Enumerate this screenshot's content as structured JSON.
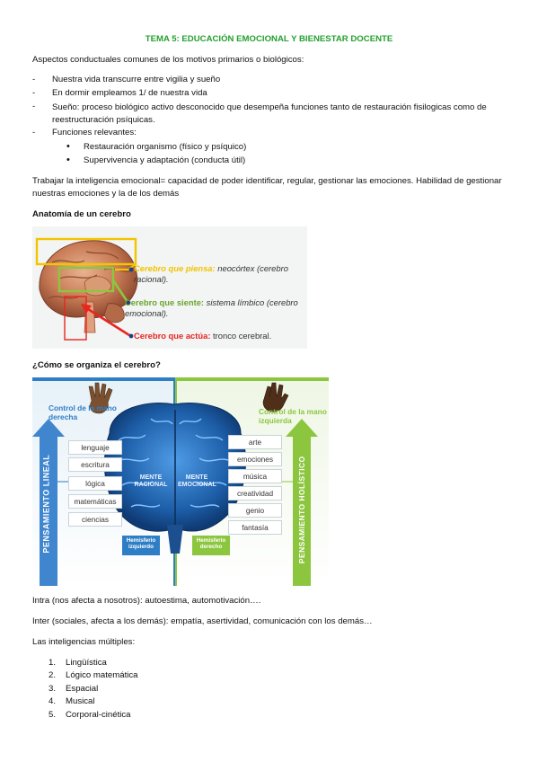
{
  "title": "TEMA 5: EDUCACIÓN EMOCIONAL Y BIENESTAR DOCENTE",
  "intro": "Aspectos conductuales comunes de los motivos primarios o biológicos:",
  "dash_items": [
    "Nuestra vida transcurre entre vigilia y sueño",
    "En dormir empleamos 1/ de nuestra vida",
    "Sueño: proceso biológico activo desconocido que desempeña funciones tanto de restauración fisilogicas como de reestructuración psíquicas.",
    "Funciones relevantes:"
  ],
  "sub_bullets": [
    "Restauración organismo (físico y psíquico)",
    "Supervivencia y adaptación (conducta útil)"
  ],
  "emotional_paragraph": "Trabajar la inteligencia emocional= capacidad de poder identificar, regular, gestionar las emociones. Habilidad de gestionar nuestras emociones y la de los demás",
  "anatomy_heading": "Anatomía de un cerebro",
  "anatomy": {
    "label1_bold": "Cerebro que piensa:",
    "label1_rest": " neocórtex (cerebro racional).",
    "label2_bold": "Cerebro que siente:",
    "label2_rest": " sistema límbico (cerebro emocional).",
    "label3_bold": "Cerebro que actúa:",
    "label3_rest": " tronco cerebral.",
    "colors": {
      "think": "#f2c500",
      "feel": "#8cc63f",
      "act": "#e8251f"
    }
  },
  "organization_heading": "¿Cómo se organiza el cerebro?",
  "organization": {
    "left_control": "Control de la mano derecha",
    "right_control": "Control de la mano izquierda",
    "left_vertical": "PENSAMIENTO LINEAL",
    "right_vertical": "PENSAMIENTO HOLÍSTICO",
    "left_words": [
      "lenguaje",
      "escritura",
      "lógica",
      "matemáticas",
      "ciencias"
    ],
    "right_words": [
      "arte",
      "emociones",
      "música",
      "creatividad",
      "genio",
      "fantasía"
    ],
    "left_mind": "MENTE RACIONAL",
    "right_mind": "MENTE EMOCIONAL",
    "left_hemisphere": "Hemisferio izquierdo",
    "right_hemisphere": "Hemisferio derecho",
    "colors": {
      "left": "#2e7ec6",
      "right": "#8cc63f"
    }
  },
  "intra": "Intra (nos afecta a nosotros): autoestima, automotivación….",
  "inter": "Inter (sociales, afecta a los demás): empatía, asertividad, comunicación con los demás…",
  "multiple_heading": "Las inteligencias múltiples:",
  "intelligences": [
    "Lingüística",
    "Lógico matemática",
    "Espacial",
    "Musical",
    "Corporal-cinética"
  ]
}
